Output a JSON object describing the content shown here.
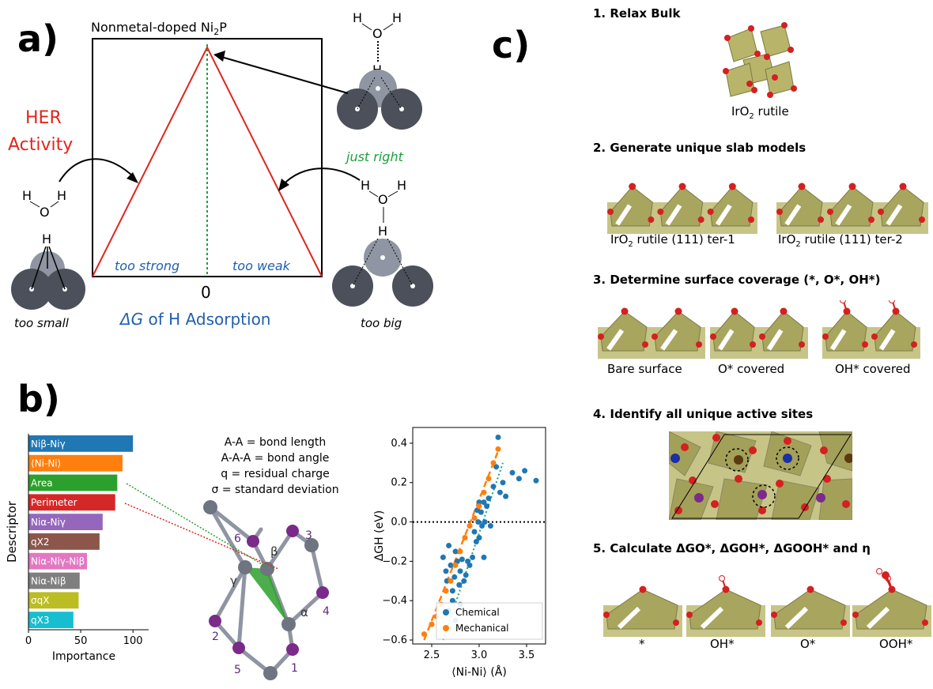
{
  "panel_a": {
    "letter": "a)",
    "title_prefix": "Nonmetal-doped Ni",
    "title_sub": "2",
    "title_suffix": "P",
    "ylabel_line1": "HER",
    "ylabel_line2": "Activity",
    "too_strong": "too strong",
    "too_weak": "too weak",
    "zero": "0",
    "xlabel_delta": "ΔG",
    "xlabel_rest": " of H Adsorption",
    "just_right": "just right",
    "too_small": "too small",
    "too_big": "too big",
    "atom_H": "H",
    "atom_O": "O",
    "colors": {
      "activity": "#e0261e",
      "zero_line": "#1e9e3e",
      "blue_text": "#1f5fb0",
      "green_text": "#1e9e3e"
    }
  },
  "panel_b": {
    "letter": "b)",
    "bar_chart": {
      "type": "bar",
      "orientation": "horizontal",
      "ylabel": "Descriptor",
      "xlabel": "Importance",
      "xticks": [
        "0",
        "50",
        "100"
      ],
      "xlim": [
        0,
        115
      ],
      "categories": [
        "Niβ-Niγ",
        "⟨Ni-Ni⟩",
        "Area",
        "Perimeter",
        "Niα-Niγ",
        "qX2",
        "Niα-Niγ-Niβ",
        "Niα-Niβ",
        "σqX",
        "qX3"
      ],
      "values": [
        100,
        90,
        85,
        83,
        71,
        68,
        56,
        49,
        48,
        43
      ],
      "colors": [
        "#1f77b4",
        "#ff7f0e",
        "#2ca02c",
        "#d62728",
        "#9467bd",
        "#8c564b",
        "#e377c2",
        "#7f7f7f",
        "#bcbd22",
        "#17becf"
      ]
    },
    "legend_lines": [
      "A-A = bond length",
      "A-A-A = bond angle",
      "q = residual charge",
      "σ = standard deviation"
    ],
    "structure_labels": {
      "n1": "1",
      "n2": "2",
      "n3": "3",
      "n4": "4",
      "n5": "5",
      "n6": "6",
      "alpha": "α",
      "beta": "β",
      "gamma": "γ"
    },
    "scatter": {
      "type": "scatter",
      "xlabel": "⟨Ni-Ni⟩ (Å)",
      "ylabel": "ΔGH (eV)",
      "xticks": [
        "2.5",
        "3.0",
        "3.5"
      ],
      "yticks": [
        "0.4",
        "0.2",
        "0.0",
        "−0.2",
        "−0.4",
        "−0.6"
      ],
      "xlim": [
        2.3,
        3.7
      ],
      "ylim": [
        -0.62,
        0.48
      ],
      "legend": [
        {
          "name": "Chemical",
          "color": "#1f77b4"
        },
        {
          "name": "Mechanical",
          "color": "#ff7f0e"
        }
      ],
      "chemical": [
        [
          2.62,
          -0.18
        ],
        [
          2.65,
          -0.25
        ],
        [
          2.66,
          -0.3
        ],
        [
          2.68,
          -0.12
        ],
        [
          2.7,
          -0.22
        ],
        [
          2.72,
          -0.35
        ],
        [
          2.74,
          -0.28
        ],
        [
          2.75,
          -0.15
        ],
        [
          2.77,
          -0.2
        ],
        [
          2.79,
          -0.32
        ],
        [
          2.8,
          -0.25
        ],
        [
          2.82,
          -0.19
        ],
        [
          2.84,
          -0.3
        ],
        [
          2.86,
          -0.27
        ],
        [
          2.88,
          -0.2
        ],
        [
          2.9,
          -0.22
        ],
        [
          2.93,
          -0.18
        ],
        [
          2.95,
          -0.05
        ],
        [
          2.97,
          -0.1
        ],
        [
          2.99,
          0.0
        ],
        [
          3.0,
          -0.08
        ],
        [
          3.02,
          0.05
        ],
        [
          3.03,
          -0.02
        ],
        [
          3.05,
          0.1
        ],
        [
          3.06,
          0.0
        ],
        [
          3.08,
          0.08
        ],
        [
          3.1,
          0.12
        ],
        [
          3.12,
          -0.02
        ],
        [
          3.15,
          0.18
        ],
        [
          3.18,
          0.28
        ],
        [
          3.2,
          0.43
        ],
        [
          3.22,
          0.15
        ],
        [
          3.25,
          0.2
        ],
        [
          3.28,
          0.13
        ],
        [
          3.35,
          0.25
        ],
        [
          3.42,
          0.22
        ],
        [
          3.48,
          0.26
        ],
        [
          3.6,
          0.21
        ],
        [
          2.68,
          -0.45
        ],
        [
          2.72,
          -0.4
        ],
        [
          2.75,
          -0.5
        ],
        [
          2.8,
          -0.42
        ],
        [
          2.98,
          0.06
        ],
        [
          3.0,
          0.1
        ],
        [
          3.05,
          -0.18
        ]
      ],
      "mechanical": [
        [
          2.42,
          -0.57
        ],
        [
          2.5,
          -0.52
        ],
        [
          2.55,
          -0.48
        ],
        [
          2.6,
          -0.42
        ],
        [
          2.65,
          -0.35
        ],
        [
          2.7,
          -0.3
        ],
        [
          2.75,
          -0.22
        ],
        [
          2.8,
          -0.15
        ],
        [
          2.85,
          -0.08
        ],
        [
          2.9,
          -0.02
        ],
        [
          2.95,
          0.02
        ],
        [
          3.0,
          0.08
        ],
        [
          3.05,
          0.15
        ],
        [
          3.1,
          0.22
        ],
        [
          3.15,
          0.3
        ],
        [
          3.2,
          0.37
        ]
      ]
    }
  },
  "panel_c": {
    "letter": "c)",
    "steps": [
      "1. Relax Bulk",
      "2. Generate unique slab models",
      "3. Determine surface coverage (*, O*, OH*)",
      "4. Identify all unique active sites",
      "5. Calculate ΔGO*, ΔGOH*, ΔGOOH* and η"
    ],
    "bulk_caption_pre": "IrO",
    "bulk_caption_sub": "2",
    "bulk_caption_post": " rutile",
    "slab_captions": [
      {
        "pre": "IrO",
        "sub": "2",
        "post": " rutile (111) ter-1"
      },
      {
        "pre": "IrO",
        "sub": "2",
        "post": " rutile (111) ter-2"
      }
    ],
    "coverage_captions": [
      "Bare surface",
      "O* covered",
      "OH* covered"
    ],
    "adsorbate_captions": [
      "*",
      "OH*",
      "O*",
      "OOH*"
    ],
    "colors": {
      "octahedron": "#b8b56a",
      "oxygen": "#d42020",
      "iridium": "#8a8a5a"
    }
  }
}
